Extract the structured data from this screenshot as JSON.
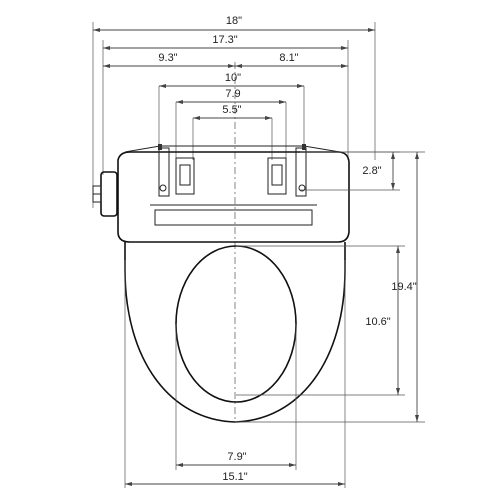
{
  "dimensions": {
    "overall_width": "18\"",
    "body_width": "17.3\"",
    "left_to_center": "9.3\"",
    "center_to_right": "8.1\"",
    "bracket_outer": "10\"",
    "bracket_mid": "7.9",
    "bracket_inner": "5.5\"",
    "hinge_height": "2.8\"",
    "total_length": "19.4\"",
    "opening_length": "10.6\"",
    "opening_width": "7.9\"",
    "seat_width": "15.1\""
  },
  "colors": {
    "line": "#111111",
    "dimension": "#444444",
    "background": "#ffffff"
  }
}
